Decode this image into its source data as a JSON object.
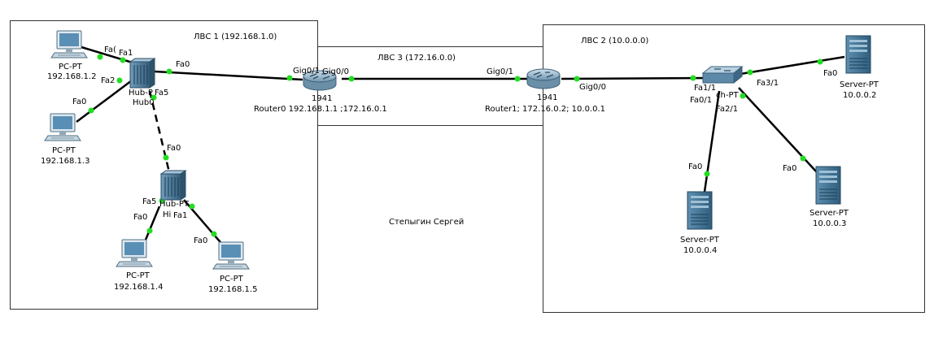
{
  "areas": {
    "lan1": "ЛВС 1 (192.168.1.0)",
    "lan2": "ЛВС 2 (10.0.0.0)",
    "lan3": "ЛВС 3 (172.16.0.0)"
  },
  "author": "Степыгин Сергей",
  "devices": {
    "pc1": {
      "name": "PC-PT",
      "ip": "192.168.1.2"
    },
    "pc2": {
      "name": "PC-PT",
      "ip": "192.168.1.3"
    },
    "pc3": {
      "name": "PC-PT",
      "ip": "192.168.1.4"
    },
    "pc4": {
      "name": "PC-PT",
      "ip": "192.168.1.5"
    },
    "hub0": {
      "label": "Hub-P",
      "label2": "Hub0"
    },
    "hub1": {
      "label": "Hub-PT",
      "label2": "Hi"
    },
    "router0": {
      "model": "1941",
      "caption": "Router0 192.168.1.1 ;172.16.0.1"
    },
    "router1": {
      "model": "1941",
      "caption": "Router1; 172.16.0.2; 10.0.0.1"
    },
    "switch0": {
      "label": "ch-PT"
    },
    "srv1": {
      "name": "Server-PT",
      "ip": "10.0.0.2"
    },
    "srv2": {
      "name": "Server-PT",
      "ip": "10.0.0.3"
    },
    "srv3": {
      "name": "Server-PT",
      "ip": "10.0.0.4"
    }
  },
  "ports": {
    "pc1_fa0": "Fa(",
    "hub0_fa1": "Fa1",
    "hub0_fa2": "Fa2",
    "hub0_fa0": "Fa0",
    "hub0_fa5": "Fa5",
    "pc2_fa0": "Fa0",
    "hub1_fa0": "Fa0",
    "hub1_fa5": "Fa5",
    "hub1_fa1": "Fa1",
    "pc3_fa0": "Fa0",
    "pc4_fa0": "Fa0",
    "r0_gig01": "Gig0/1",
    "r0_gig00": "Gig0/0",
    "r1_gig01": "Gig0/1",
    "r1_gig00": "Gig0/0",
    "sw_fa11": "Fa1/1",
    "sw_fa01": "Fa0/1",
    "sw_fa31": "Fa3/1",
    "sw_fa21": "Fa2/1",
    "srv1_fa0": "Fa0",
    "srv2_fa0": "Fa0",
    "srv3_fa0": "Fa0"
  },
  "colors": {
    "port_dot": "#22dd22",
    "device_blue": "#3a6f8f",
    "screen": "#5a8fb5"
  }
}
